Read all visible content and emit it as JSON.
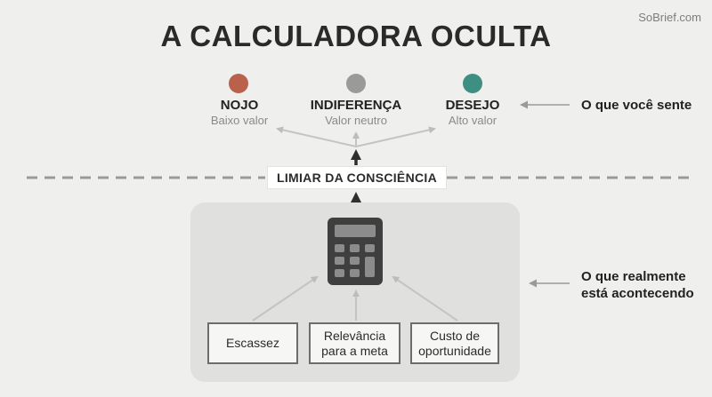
{
  "brand": "SoBrief.com",
  "title": "A CALCULADORA OCULTA",
  "states": [
    {
      "name": "NOJO",
      "sub": "Baixo valor",
      "color": "#b9614a"
    },
    {
      "name": "INDIFERENÇA",
      "sub": "Valor neutro",
      "color": "#9a9a9a"
    },
    {
      "name": "DESEJO",
      "sub": "Alto valor",
      "color": "#3e8f82"
    }
  ],
  "feel_note": "O que você sente",
  "threshold": "LIMIAR DA CONSCIÊNCIA",
  "happening_note": [
    "O que realmente",
    "está acontecendo"
  ],
  "inputs": [
    {
      "line1": "Escassez",
      "line2": ""
    },
    {
      "line1": "Relevância",
      "line2": "para a meta"
    },
    {
      "line1": "Custo de",
      "line2": "oportunidade"
    }
  ],
  "calculator_icon": "calculator-icon",
  "colors": {
    "background": "#efefed",
    "panel": "#e0e0df",
    "dark": "#3f3f3f",
    "arrow_light": "#c4c4c4"
  }
}
